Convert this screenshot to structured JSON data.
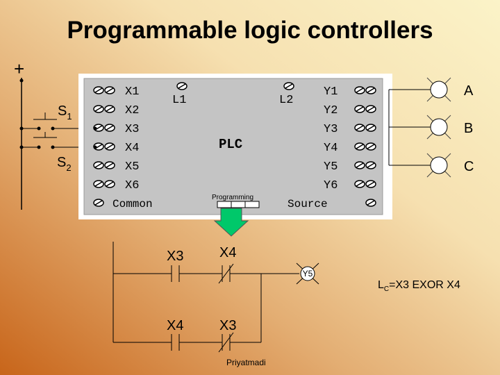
{
  "title": "Programmable logic controllers",
  "supply_sign": "+",
  "switches": {
    "s1": {
      "letter": "S",
      "sub": "1"
    },
    "s2": {
      "letter": "S",
      "sub": "2"
    }
  },
  "plc": {
    "inputs": [
      "X1",
      "X2",
      "X3",
      "X4",
      "X5",
      "X6"
    ],
    "outputs": [
      "Y1",
      "Y2",
      "Y3",
      "Y4",
      "Y5",
      "Y6"
    ],
    "l1": "L1",
    "l2": "L2",
    "name": "PLC",
    "common": "Common",
    "source": "Source",
    "programming": "Programming"
  },
  "lamps": [
    "A",
    "B",
    "C"
  ],
  "ladder": {
    "rung1": [
      "X3",
      "X4"
    ],
    "rung2": [
      "X4",
      "X3"
    ],
    "coil": "Y5",
    "equation": {
      "L": "L",
      "sub": "C",
      "rest": "=X3 EXOR X4"
    }
  },
  "footer": "Priyatmadi",
  "colors": {
    "plc_panel": "#c4c4c4",
    "arrow": "#00c86a",
    "bg_start": "#c8651a",
    "bg_end": "#fbf1c4"
  }
}
